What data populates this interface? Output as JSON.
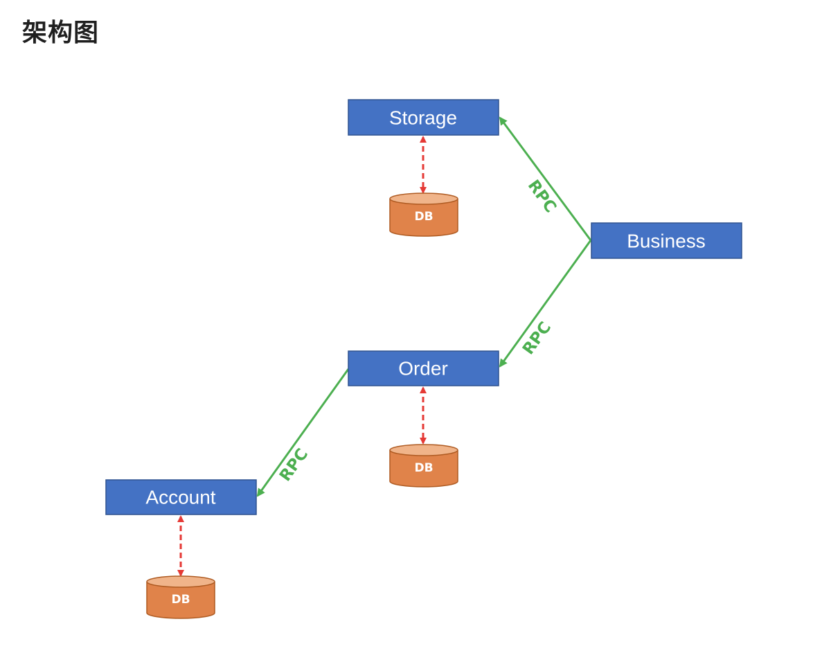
{
  "title": "架构图",
  "colors": {
    "service_fill": "#4472c4",
    "service_stroke": "#2f528f",
    "db_fill": "#e0834a",
    "db_top": "#f0b48a",
    "db_stroke": "#ae5a21",
    "rpc_line": "#4caf50",
    "db_link": "#e53935"
  },
  "services": {
    "storage": {
      "label": "Storage"
    },
    "business": {
      "label": "Business"
    },
    "order": {
      "label": "Order"
    },
    "account": {
      "label": "Account"
    }
  },
  "databases": {
    "storage_db": {
      "label": "DB"
    },
    "order_db": {
      "label": "DB"
    },
    "account_db": {
      "label": "DB"
    }
  },
  "edges": [
    {
      "from": "Business",
      "to": "Storage",
      "label": "RPC",
      "style": "solid-arrow"
    },
    {
      "from": "Business",
      "to": "Order",
      "label": "RPC",
      "style": "solid-arrow"
    },
    {
      "from": "Order",
      "to": "Account",
      "label": "RPC",
      "style": "solid-arrow"
    },
    {
      "from": "Storage",
      "to": "DB",
      "label": "",
      "style": "dashed-double-arrow"
    },
    {
      "from": "Order",
      "to": "DB",
      "label": "",
      "style": "dashed-double-arrow"
    },
    {
      "from": "Account",
      "to": "DB",
      "label": "",
      "style": "dashed-double-arrow"
    }
  ],
  "rpc_labels": {
    "business_storage": "RPC",
    "business_order": "RPC",
    "order_account": "RPC"
  }
}
